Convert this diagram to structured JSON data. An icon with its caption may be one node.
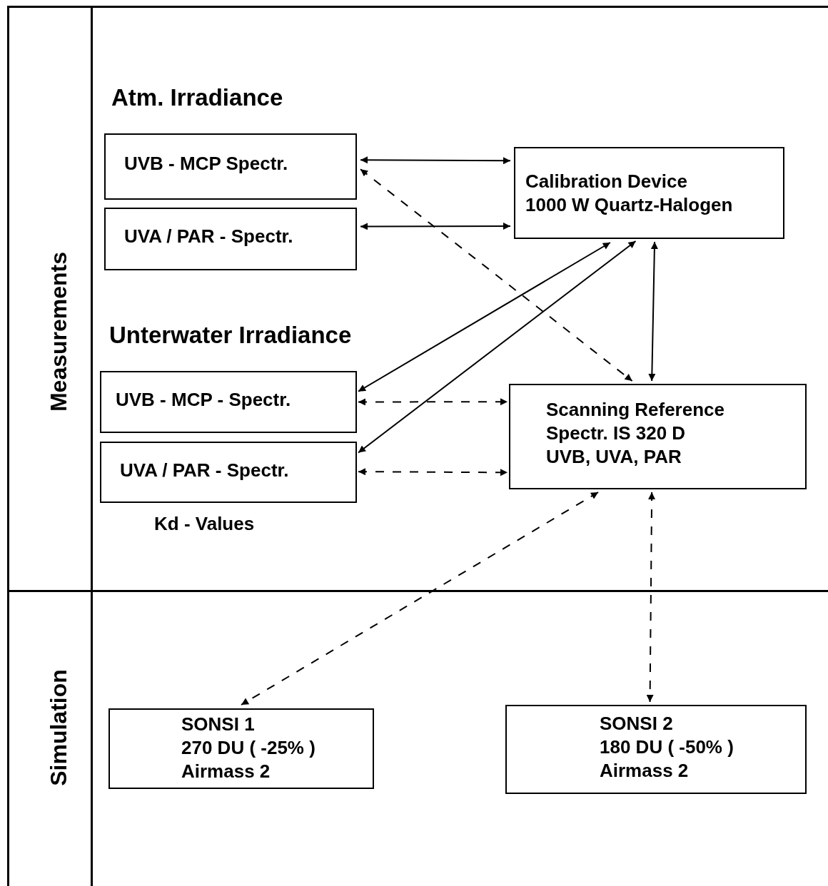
{
  "diagram": {
    "nodes": [
      {
        "text": [
          "UVB - MCP Spectr."
        ]
      },
      {
        "text": [
          "UVA / PAR - Spectr."
        ]
      },
      {
        "text": [
          "Calibration Device",
          "1000 W Quartz-Halogen"
        ]
      },
      {
        "text": [
          "UVB - MCP - Spectr."
        ]
      },
      {
        "text": [
          "UVA / PAR - Spectr."
        ],
        "beside": [
          "Kd - Values"
        ]
      },
      {
        "text": [
          "Scanning Reference",
          "Spectr. IS 320 D",
          "UVB,  UVA,  PAR"
        ]
      },
      {
        "text": [
          "SONSI 1",
          "270 DU ( -25% )",
          "Airmass 2"
        ]
      },
      {
        "text": [
          "SONSI  2",
          "180 DU ( -50% )",
          "Airmass 2"
        ]
      }
    ],
    "edges": [
      {
        "from": 0,
        "to": 2,
        "arrow": "both"
      },
      {
        "from": 1,
        "to": 2,
        "arrow": "both"
      },
      {
        "from": 0,
        "to": 5,
        "arrow": "both",
        "style": "dashed"
      },
      {
        "from": 2,
        "to": 3,
        "arrow": "both"
      },
      {
        "from": 2,
        "to": 4,
        "arrow": "both"
      },
      {
        "from": 2,
        "to": 5,
        "arrow": "both"
      },
      {
        "from": 3,
        "to": 5,
        "arrow": "both",
        "style": "dashed"
      },
      {
        "from": 4,
        "to": 5,
        "arrow": "both",
        "style": "dashed"
      },
      {
        "from": 5,
        "to": 6,
        "arrow": "both",
        "style": "dashed"
      },
      {
        "from": 5,
        "to": 7,
        "arrow": "both",
        "style": "dashed"
      }
    ],
    "labels": [
      "Measurements",
      "Atm. Irradiance",
      "Unterwater Irradiance",
      "Simulation"
    ]
  }
}
